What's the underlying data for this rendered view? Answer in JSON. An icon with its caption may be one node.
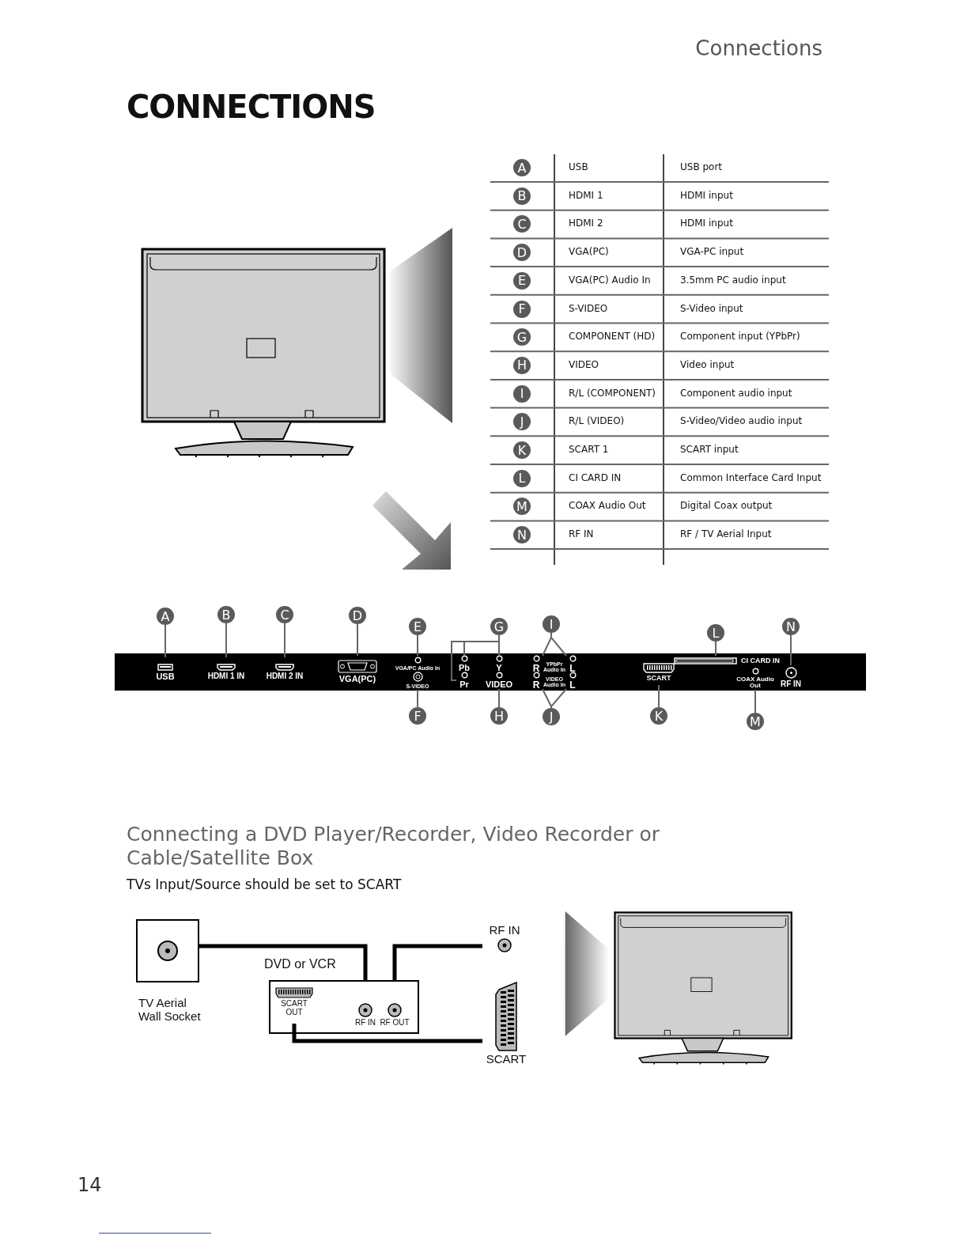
{
  "diagram": {
    "title": "CONNECTIONS",
    "nodes": [
      {
        "text": [],
        "shape": "bar"
      },
      {
        "text": [
          "USB"
        ],
        "in": 0
      },
      {
        "text": [
          "HDMI 1 IN"
        ],
        "in": 0
      },
      {
        "text": [
          "HDMI 2 IN"
        ],
        "in": 0
      },
      {
        "text": [
          "VGA(PC)"
        ],
        "in": 0
      },
      {
        "text": [
          "VGA/PC Audio In"
        ],
        "in": 0
      },
      {
        "text": [
          "S-VIDEO"
        ],
        "in": 0
      },
      {
        "text": [
          "Pb"
        ],
        "in": 0
      },
      {
        "text": [
          "Pr"
        ],
        "in": 0
      },
      {
        "text": [
          "Y"
        ],
        "in": 0
      },
      {
        "text": [
          "VIDEO"
        ],
        "in": 0
      },
      {
        "text": [
          "R"
        ],
        "in": 0
      },
      {
        "text": [
          "L"
        ],
        "in": 0
      },
      {
        "text": [
          "R"
        ],
        "in": 0
      },
      {
        "text": [
          "L"
        ],
        "in": 0
      },
      {
        "text": [
          "SCART"
        ],
        "in": 0
      },
      {
        "text": [
          "CI CARD IN"
        ],
        "in": 0
      },
      {
        "text": [
          "COAX Audio Out"
        ],
        "in": 0
      },
      {
        "text": [
          "RF IN"
        ],
        "in": 0
      },
      {
        "text": [
          "A"
        ]
      },
      {
        "text": [
          "B"
        ]
      },
      {
        "text": [
          "C"
        ]
      },
      {
        "text": [
          "D"
        ]
      },
      {
        "text": [
          "E"
        ]
      },
      {
        "text": [
          "F"
        ]
      },
      {
        "text": [
          "G"
        ]
      },
      {
        "text": [
          "H"
        ]
      },
      {
        "text": [
          "I"
        ]
      },
      {
        "text": [
          "J"
        ]
      },
      {
        "text": [
          "K"
        ]
      },
      {
        "text": [
          "L"
        ]
      },
      {
        "text": [
          "M"
        ]
      },
      {
        "text": [
          "N"
        ]
      },
      {
        "text": [],
        "shape": "box",
        "beside": [
          "TV Aerial Wall Socket"
        ]
      },
      {
        "text": [
          "DVD or VCR"
        ]
      },
      {
        "text": [
          "SCART OUT"
        ],
        "in": 34
      },
      {
        "text": [
          "RF IN"
        ],
        "in": 34
      },
      {
        "text": [
          "RF OUT"
        ],
        "in": 34
      },
      {
        "text": [
          "RF IN"
        ]
      },
      {
        "text": [
          "SCART"
        ]
      },
      {
        "text": [
          "A"
        ]
      },
      {
        "text": [
          "B"
        ]
      },
      {
        "text": [
          "C"
        ]
      },
      {
        "text": [
          "D"
        ]
      },
      {
        "text": [
          "E"
        ]
      },
      {
        "text": [
          "F"
        ]
      },
      {
        "text": [
          "G"
        ]
      },
      {
        "text": [
          "H"
        ]
      },
      {
        "text": [
          "I"
        ]
      },
      {
        "text": [
          "J"
        ]
      },
      {
        "text": [
          "K"
        ]
      },
      {
        "text": [
          "L"
        ]
      },
      {
        "text": [
          "M"
        ]
      },
      {
        "text": [
          "N"
        ]
      }
    ],
    "edges": [
      {
        "from": 19,
        "to": 1,
        "arrow": "none"
      },
      {
        "from": 20,
        "to": 2,
        "arrow": "none"
      },
      {
        "from": 21,
        "to": 3,
        "arrow": "none"
      },
      {
        "from": 22,
        "to": 4,
        "arrow": "none"
      },
      {
        "from": 23,
        "to": 5,
        "arrow": "none"
      },
      {
        "from": 24,
        "to": 6,
        "arrow": "none"
      },
      {
        "from": 25,
        "to": 7,
        "arrow": "none"
      },
      {
        "from": 25,
        "to": 8,
        "arrow": "none"
      },
      {
        "from": 25,
        "to": 9,
        "arrow": "none"
      },
      {
        "from": 26,
        "to": 10,
        "arrow": "none"
      },
      {
        "from": 27,
        "to": 11,
        "arrow": "none"
      },
      {
        "from": 27,
        "to": 12,
        "arrow": "none"
      },
      {
        "from": 28,
        "to": 13,
        "arrow": "none"
      },
      {
        "from": 28,
        "to": 14,
        "arrow": "none"
      },
      {
        "from": 29,
        "to": 15,
        "arrow": "none"
      },
      {
        "from": 30,
        "to": 16,
        "arrow": "none"
      },
      {
        "from": 31,
        "to": 17,
        "arrow": "none"
      },
      {
        "from": 32,
        "to": 18,
        "arrow": "none"
      },
      {
        "from": 33,
        "to": 36,
        "arrow": "none",
        "style": "thick",
        "color": "#000000"
      },
      {
        "from": 37,
        "to": 38,
        "arrow": "none",
        "style": "thick",
        "color": "#000000"
      },
      {
        "from": 35,
        "to": 39,
        "arrow": "none",
        "style": "thick",
        "color": "#000000"
      }
    ],
    "labels": [
      "Connections",
      "USB",
      "USB port",
      "HDMI 1",
      "HDMI input",
      "HDMI 2",
      "HDMI input",
      "VGA(PC)",
      "VGA-PC input",
      "VGA(PC) Audio In",
      "3.5mm PC audio input",
      "S-VIDEO",
      "S-Video input",
      "COMPONENT (HD)",
      "Component input (YPbPr)",
      "VIDEO",
      "Video input",
      "R/L (COMPONENT)",
      "Component audio input",
      "R/L (VIDEO)",
      "S-Video/Video audio input",
      "SCART 1",
      "SCART input",
      "CI CARD IN",
      "Common Interface Card Input",
      "COAX Audio Out",
      "Digital Coax output",
      "RF IN",
      "RF / TV Aerial Input",
      "YPbPr Audio In",
      "VIDEO Audio In",
      "Connecting a DVD Player/Recorder, Video Recorder or Cable/Satellite Box",
      "TVs Input/Source should be set to SCART",
      "14"
    ]
  }
}
